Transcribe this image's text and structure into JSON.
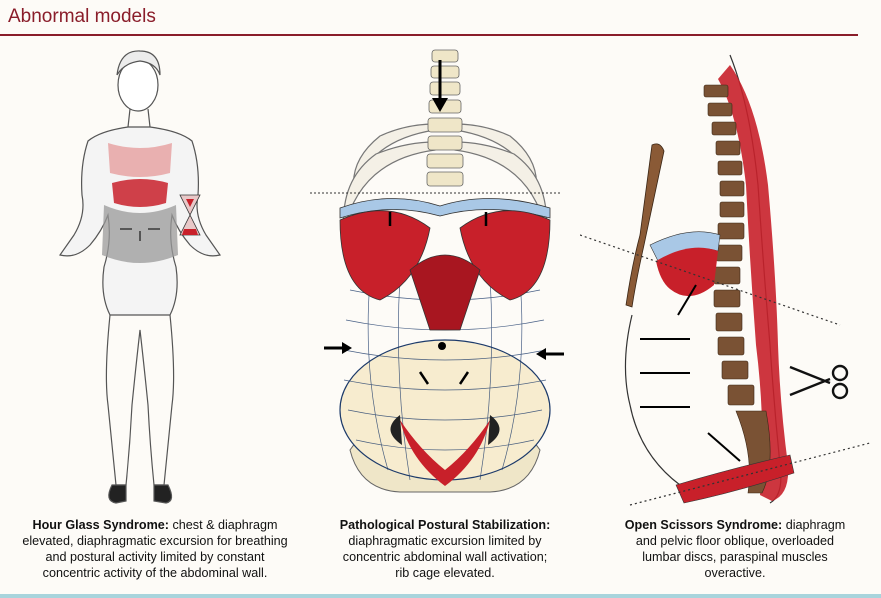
{
  "page": {
    "title": "Abnormal models"
  },
  "panels": [
    {
      "title": "Hour Glass Syndrome:",
      "desc_lines": [
        "chest & diaphragm",
        "elevated, diaphragmatic excursion for breathing",
        "and postural activity limited by constant",
        "concentric activity of the abdominal wall."
      ]
    },
    {
      "title": "Pathological Postural Stabilization:",
      "desc_lines": [
        "diaphragmatic excursion limited by",
        "concentric abdominal wall activation;",
        "rib cage elevated."
      ]
    },
    {
      "title": "Open Scissors Syndrome:",
      "desc_lines": [
        "diaphragm",
        "and pelvic floor oblique, overloaded",
        "lumbar discs, paraspinal muscles",
        "overactive."
      ]
    }
  ],
  "colors": {
    "accent": "#8a1d2a",
    "muscle_red": "#c8202a",
    "membrane_blue": "#a9c8e6",
    "bone": "#efe6c8",
    "vertebra_brown": "#7a5234"
  }
}
